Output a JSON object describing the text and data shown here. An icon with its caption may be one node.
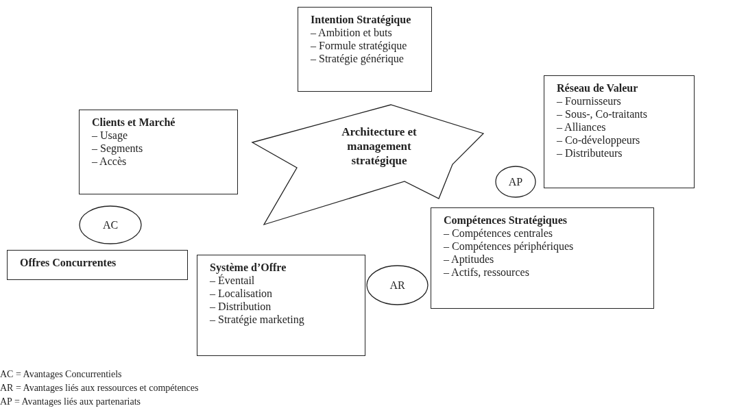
{
  "diagram": {
    "nodes": [
      {
        "text": [
          "Intention Stratégique",
          "– Ambition et buts",
          "– Formule stratégique",
          "– Stratégie générique"
        ]
      },
      {
        "text": [
          "Architecture et management stratégique"
        ]
      },
      {
        "text": [
          "Réseau de Valeur",
          "– Fournisseurs",
          "– Sous-, Co-traitants",
          "– Alliances",
          "– Co-développeurs",
          "– Distributeurs"
        ]
      },
      {
        "text": [
          "Clients et Marché",
          "– Usage",
          "– Segments",
          "– Accès"
        ]
      },
      {
        "text": [
          "AP"
        ]
      },
      {
        "text": [
          "AC"
        ]
      },
      {
        "text": [
          "Compétences Stratégiques",
          "– Compétences centrales",
          "– Compétences périphériques",
          "– Aptitudes",
          "– Actifs, ressources"
        ]
      },
      {
        "text": [
          "Offres Concurrentes"
        ]
      },
      {
        "text": [
          "Système d’Offre",
          "– Éventail",
          "– Localisation",
          "– Distribution",
          "– Stratégie marketing"
        ]
      },
      {
        "text": [
          "AR"
        ]
      }
    ],
    "labels": [
      "AC = Avantages Concurrentiels",
      "AR = Avantages liés aux ressources et compétences",
      "AP = Avantages liés aux partenariats"
    ]
  }
}
